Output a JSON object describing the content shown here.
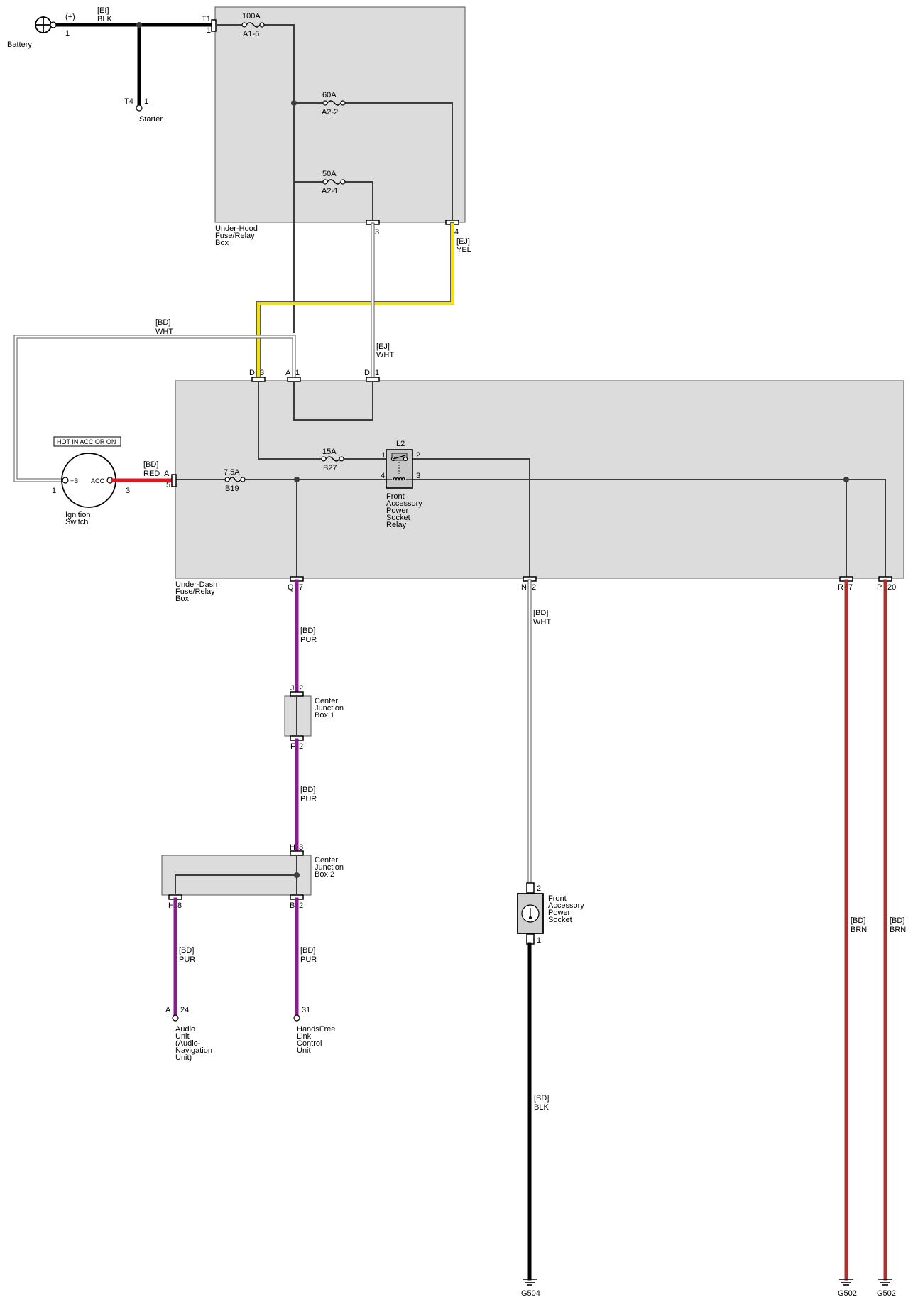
{
  "colors": {
    "box_fill": "#dcdcdc",
    "wire_black": "#000000",
    "wire_white": "#ffffff",
    "wire_yellow": "#f2e400",
    "wire_red": "#e8141b",
    "wire_purple": "#8a1a8f",
    "wire_brown": "#b03030"
  },
  "battery": {
    "name": "Battery",
    "polarity": "(+)",
    "pin": "1",
    "wire_harness": "[EI]",
    "wire_color": "BLK"
  },
  "starter": {
    "name": "Starter",
    "conn": "T4",
    "pin": "1"
  },
  "underhood": {
    "name_l1": "Under-Hood",
    "name_l2": "Fuse/Relay",
    "name_l3": "Box",
    "input_conn": "T1",
    "input_pin": "1",
    "fuse1_rating": "100A",
    "fuse1_id": "A1-6",
    "fuse2_rating": "60A",
    "fuse2_id": "A2-2",
    "fuse3_rating": "50A",
    "fuse3_id": "A2-1",
    "out_pin_3": "3",
    "out_pin_4": "4"
  },
  "wires": {
    "yel_harness": "[EJ]",
    "yel_color": "YEL",
    "wht_ej_harness": "[EJ]",
    "wht_ej_color": "WHT",
    "wht_bd_harness": "[BD]",
    "wht_bd_color": "WHT",
    "red_harness": "[BD]",
    "red_color": "RED",
    "pur1_harness": "[BD]",
    "pur1_color": "PUR",
    "pur2_harness": "[BD]",
    "pur2_color": "PUR",
    "pur3_harness": "[BD]",
    "pur3_color": "PUR",
    "pur4_harness": "[BD]",
    "pur4_color": "PUR",
    "wht_socket_harness": "[BD]",
    "wht_socket_color": "WHT",
    "blk_ground_harness": "[BD]",
    "blk_ground_color": "BLK",
    "brn1_harness": "[BD]",
    "brn1_color": "BRN",
    "brn2_harness": "[BD]",
    "brn2_color": "BRN"
  },
  "underdash": {
    "name_l1": "Under-Dash",
    "name_l2": "Fuse/Relay",
    "name_l3": "Box",
    "conn_d3_letter": "D",
    "conn_d3_pin": "3",
    "conn_a1_letter": "A",
    "conn_a1_pin": "1",
    "conn_d1_letter": "D",
    "conn_d1_pin": "1",
    "conn_a5_letter": "A",
    "conn_a5_pin": "5",
    "conn_q7_letter": "Q",
    "conn_q7_pin": "7",
    "conn_n2_letter": "N",
    "conn_n2_pin": "2",
    "conn_r7_letter": "R",
    "conn_r7_pin": "7",
    "conn_p20_letter": "P",
    "conn_p20_pin": "20",
    "fuse_b27_rating": "15A",
    "fuse_b27_id": "B27",
    "fuse_b19_rating": "7.5A",
    "fuse_b19_id": "B19"
  },
  "relay": {
    "id": "L2",
    "pin1": "1",
    "pin2": "2",
    "pin3": "3",
    "pin4": "4",
    "name_l1": "Front",
    "name_l2": "Accessory",
    "name_l3": "Power",
    "name_l4": "Socket",
    "name_l5": "Relay"
  },
  "ignition": {
    "hot_label": "HOT IN ACC OR ON",
    "b_label": "+B",
    "acc_label": "ACC",
    "pin_left": "1",
    "pin_right": "3",
    "name_l1": "Ignition",
    "name_l2": "Switch"
  },
  "cjb1": {
    "name_l1": "Center",
    "name_l2": "Junction",
    "name_l3": "Box 1",
    "top_letter": "J",
    "top_pin": "2",
    "bot_letter": "F",
    "bot_pin": "2"
  },
  "cjb2": {
    "name_l1": "Center",
    "name_l2": "Junction",
    "name_l3": "Box 2",
    "top_letter": "H",
    "top_pin": "3",
    "left_letter": "H",
    "left_pin": "8",
    "right_letter": "B",
    "right_pin": "2"
  },
  "audio": {
    "conn": "A",
    "pin": "24",
    "name_l1": "Audio",
    "name_l2": "Unit",
    "name_l3": "(Audio-",
    "name_l4": "Navigation",
    "name_l5": "Unit)"
  },
  "hfl": {
    "pin": "31",
    "name_l1": "HandsFree",
    "name_l2": "Link",
    "name_l3": "Control",
    "name_l4": "Unit"
  },
  "socket": {
    "pin_top": "2",
    "pin_bot": "1",
    "name_l1": "Front",
    "name_l2": "Accessory",
    "name_l3": "Power",
    "name_l4": "Socket"
  },
  "grounds": {
    "g504": "G504",
    "g502a": "G502",
    "g502b": "G502"
  }
}
